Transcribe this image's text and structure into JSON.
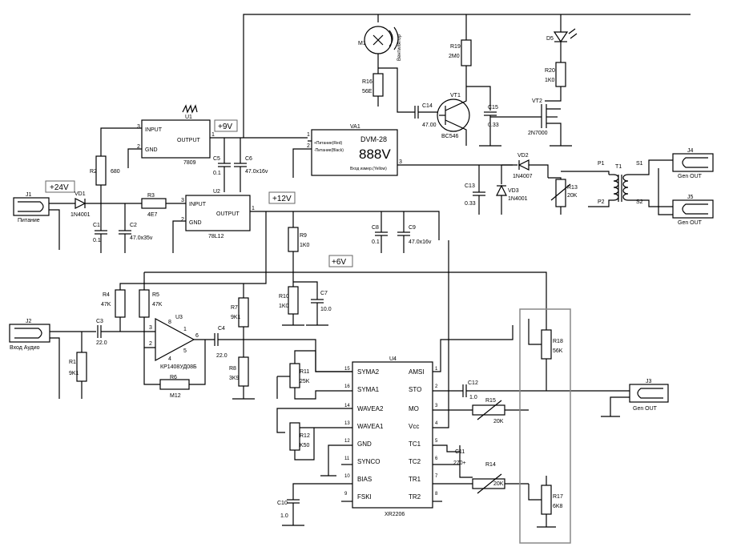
{
  "rails": {
    "v24": "+24V",
    "v9": "+9V",
    "v12": "+12V",
    "v6": "+6V"
  },
  "regulators": {
    "u1": {
      "ref": "U1",
      "name": "7809",
      "in": "INPUT",
      "out": "OUTPUT",
      "gnd": "GND",
      "p1": "1",
      "p2": "2",
      "p3": "3"
    },
    "u2": {
      "ref": "U2",
      "name": "78L12",
      "in": "INPUT",
      "out": "OUTPUT",
      "gnd": "GND",
      "p1": "1",
      "p2": "2",
      "p3": "3"
    }
  },
  "voltmeter": {
    "ref": "VA1",
    "title": "DVM-28",
    "digits": "888V",
    "pin1": "+Питание(Red)",
    "pin2": "-Питание(Black)",
    "pin3": "Вход измер.(Yellow)",
    "n1": "1",
    "n2": "2",
    "n3": "3"
  },
  "fan": {
    "ref": "M1",
    "label": "Вентилятор"
  },
  "led": {
    "ref": "D5"
  },
  "transistors": {
    "vt1": {
      "ref": "VT1",
      "name": "BC546"
    },
    "vt2": {
      "ref": "VT2",
      "name": "2N7000"
    }
  },
  "diodes": {
    "vd1": {
      "ref": "VD1",
      "name": "1N4001"
    },
    "vd2": {
      "ref": "VD2",
      "name": "1N4007"
    },
    "vd3": {
      "ref": "VD3",
      "name": "1N4001"
    }
  },
  "connectors": {
    "j1": {
      "ref": "J1",
      "label": "Питание"
    },
    "j2": {
      "ref": "J2",
      "label": "Вход Аудио"
    },
    "j3": {
      "ref": "J3",
      "label": "Gen OUT"
    },
    "j4": {
      "ref": "J4",
      "label": "Gen OUT"
    },
    "j5": {
      "ref": "J5",
      "label": "Gen OUT"
    }
  },
  "transformer": {
    "ref": "T1",
    "p1": "P1",
    "p2": "P2",
    "s1": "S1",
    "s2": "S2"
  },
  "resistors": {
    "r1": {
      "ref": "R1",
      "value": "9K1"
    },
    "r2": {
      "ref": "R2",
      "value": "680"
    },
    "r3": {
      "ref": "R3",
      "value": "4E7"
    },
    "r4": {
      "ref": "R4",
      "value": "47K"
    },
    "r5": {
      "ref": "R5",
      "value": "47K"
    },
    "r6": {
      "ref": "R6",
      "value": "M12"
    },
    "r7": {
      "ref": "R7",
      "value": "9K1"
    },
    "r8": {
      "ref": "R8",
      "value": "3K9"
    },
    "r9": {
      "ref": "R9",
      "value": "1K0"
    },
    "r10": {
      "ref": "R10",
      "value": "1K0"
    },
    "r11": {
      "ref": "R11",
      "value": "25K"
    },
    "r12": {
      "ref": "R12",
      "value": "K50"
    },
    "r13": {
      "ref": "R13",
      "value": "20K"
    },
    "r14": {
      "ref": "R14",
      "value": "20K"
    },
    "r15": {
      "ref": "R15",
      "value": "20K"
    },
    "r16": {
      "ref": "R16",
      "value": "56E"
    },
    "r17": {
      "ref": "R17",
      "value": "6K8"
    },
    "r18": {
      "ref": "R18",
      "value": "56K"
    },
    "r19": {
      "ref": "R19",
      "value": "2M0"
    },
    "r20": {
      "ref": "R20",
      "value": "1K0"
    }
  },
  "capacitors": {
    "c1": {
      "ref": "C1",
      "value": "0.1"
    },
    "c2": {
      "ref": "C2",
      "value": "47.0x35v"
    },
    "c3": {
      "ref": "C3",
      "value": "22.0"
    },
    "c4": {
      "ref": "C4",
      "value": "22.0"
    },
    "c5": {
      "ref": "C5",
      "value": "0.1"
    },
    "c6": {
      "ref": "C6",
      "value": "47.0x16v"
    },
    "c7": {
      "ref": "C7",
      "value": "10.0"
    },
    "c8": {
      "ref": "C8",
      "value": "0.1"
    },
    "c9": {
      "ref": "C9",
      "value": "47.0x16v"
    },
    "c10": {
      "ref": "C10",
      "value": "1.0"
    },
    "c11": {
      "ref": "C11",
      "value": "270+"
    },
    "c12": {
      "ref": "C12",
      "value": "1.0"
    },
    "c13": {
      "ref": "C13",
      "value": "0.33"
    },
    "c14": {
      "ref": "C14",
      "value": "47.00"
    },
    "c15": {
      "ref": "C15",
      "value": "0.33"
    }
  },
  "opamp": {
    "ref": "U3",
    "name": "КР1408УД08Б",
    "n1": "1",
    "n2": "2",
    "n3": "3",
    "n4": "4",
    "n5": "5",
    "n6": "6",
    "n8": "8"
  },
  "xr2206": {
    "ref": "U4",
    "name": "XR2206",
    "left": [
      {
        "label": "SYMA2",
        "pin": "15"
      },
      {
        "label": "SYMA1",
        "pin": "16"
      },
      {
        "label": "WAVEA2",
        "pin": "14"
      },
      {
        "label": "WAVEA1",
        "pin": "13"
      },
      {
        "label": "GND",
        "pin": "12"
      },
      {
        "label": "SYNCO",
        "pin": "11"
      },
      {
        "label": "BIAS",
        "pin": "10"
      },
      {
        "label": "FSKI",
        "pin": "9"
      }
    ],
    "right": [
      {
        "label": "AMSI",
        "pin": "1"
      },
      {
        "label": "STO",
        "pin": "2"
      },
      {
        "label": "MO",
        "pin": "3"
      },
      {
        "label": "Vcc",
        "pin": "4"
      },
      {
        "label": "TC1",
        "pin": "5"
      },
      {
        "label": "TC2",
        "pin": "6"
      },
      {
        "label": "TR1",
        "pin": "7"
      },
      {
        "label": "TR2",
        "pin": "8"
      }
    ]
  },
  "colors": {
    "wire": "#000000",
    "box": "#888888",
    "background": "#ffffff"
  }
}
